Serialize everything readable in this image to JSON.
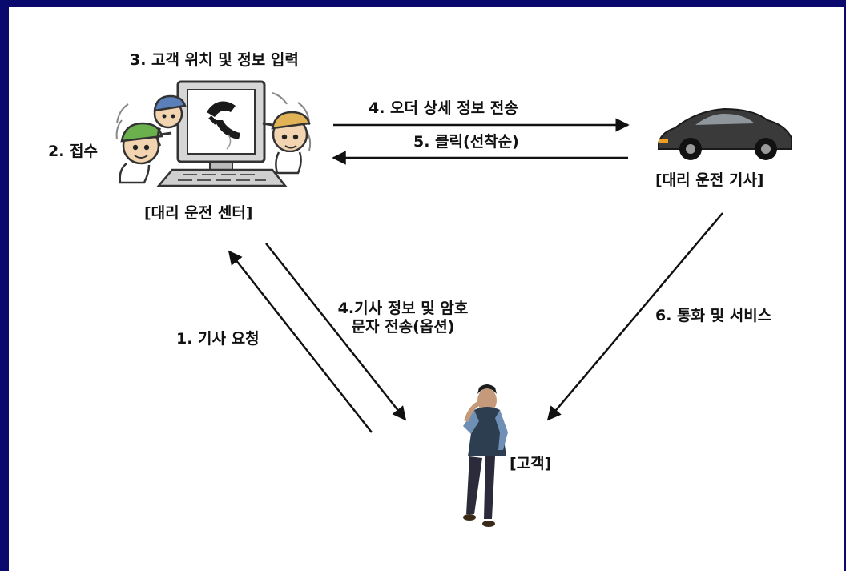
{
  "labels": {
    "step3": "3. 고객 위치 및 정보 입력",
    "step2": "2. 접수",
    "center_name": "[대리 운전 센터]",
    "step4_order": "4.  오더 상세 정보 전송",
    "step5": "5. 클릭(선착순)",
    "driver_name": "[대리 운전 기사]",
    "step4_info_line1": "4.기사 정보 및 암호",
    "step4_info_line2": "문자 전송(옵션)",
    "step1": "1. 기사 요청",
    "step6": "6. 통화 및 서비스",
    "customer_name": "[고객]"
  },
  "colors": {
    "frame": "#0a0a6e",
    "arrow": "#111111",
    "text": "#111111"
  }
}
